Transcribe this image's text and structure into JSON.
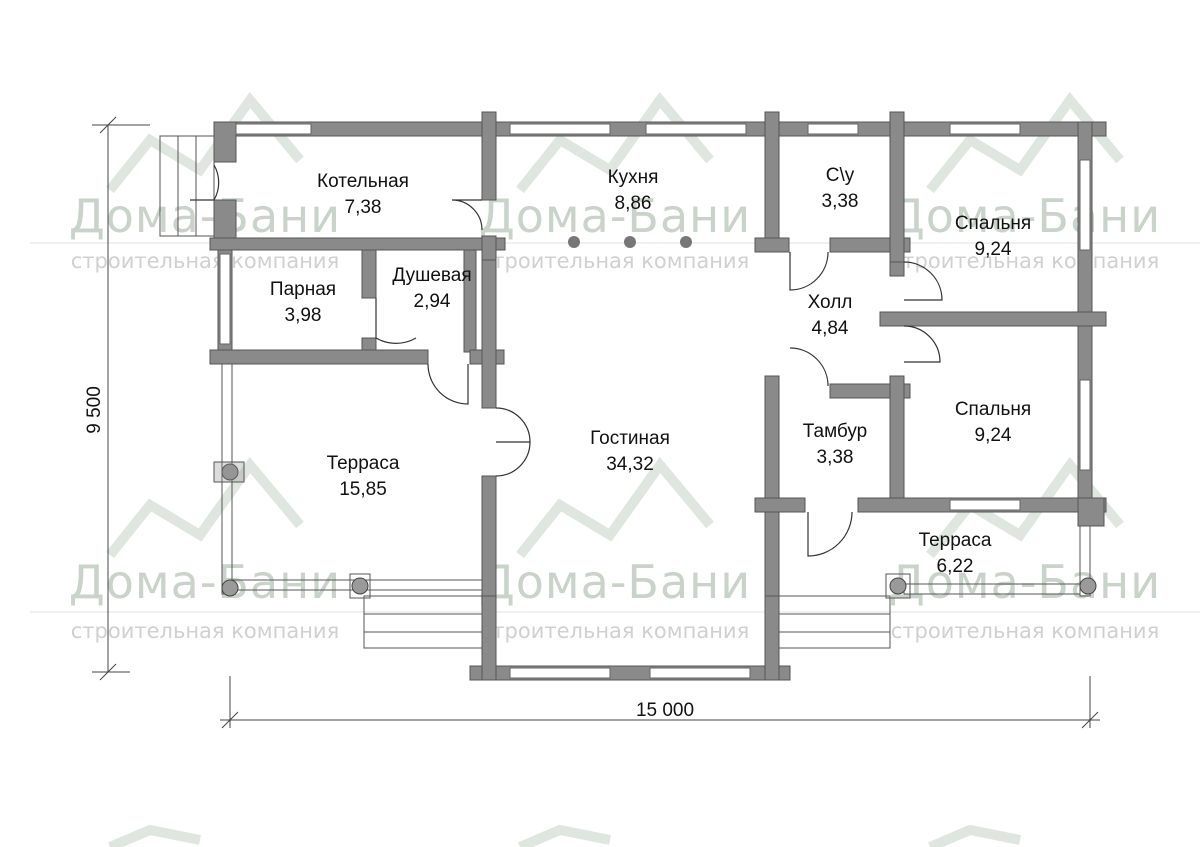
{
  "watermark": {
    "brand": "Дома-Бани",
    "subtitle": "строительная компания"
  },
  "dimensions": {
    "width": "15 000",
    "height": "9 500"
  },
  "rooms": [
    {
      "name": "Котельная",
      "area": "7,38"
    },
    {
      "name": "Кухня",
      "area": "8,86"
    },
    {
      "name": "С\\у",
      "area": "3,38"
    },
    {
      "name": "Спальня",
      "area": "9,24"
    },
    {
      "name": "Парная",
      "area": "3,98"
    },
    {
      "name": "Душевая",
      "area": "2,94"
    },
    {
      "name": "Холл",
      "area": "4,84"
    },
    {
      "name": "Терраса",
      "area": "15,85"
    },
    {
      "name": "Гостиная",
      "area": "34,32"
    },
    {
      "name": "Тамбур",
      "area": "3,38"
    },
    {
      "name": "Спальня",
      "area": "9,24"
    },
    {
      "name": "Терраса",
      "area": "6,22"
    }
  ],
  "colors": {
    "wall": "#8a8a8a",
    "watermark": "#c9d3c9",
    "text": "#111111"
  }
}
